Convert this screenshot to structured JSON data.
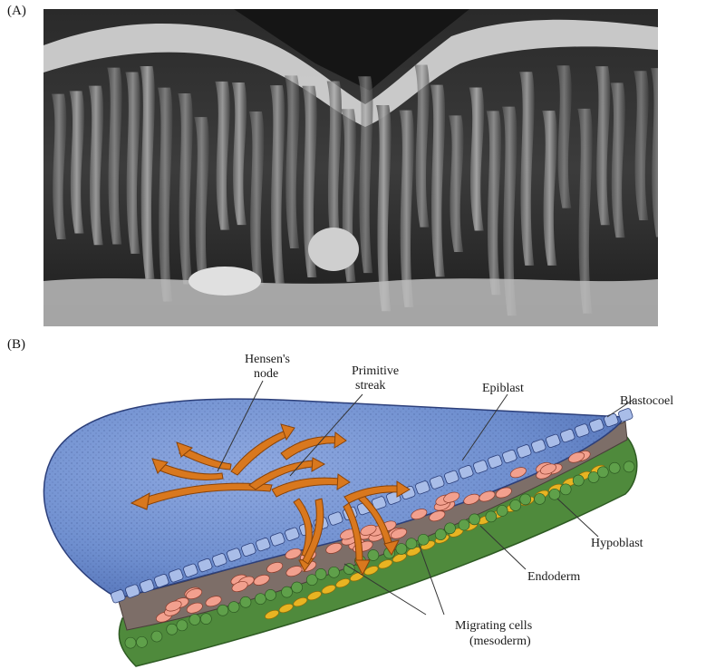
{
  "panels": {
    "a": {
      "label": "(A)"
    },
    "b": {
      "label": "(B)"
    }
  },
  "labels": {
    "hensens_node_1": "Hensen's",
    "hensens_node_2": "node",
    "primitive_streak_1": "Primitive",
    "primitive_streak_2": "streak",
    "epiblast": "Epiblast",
    "blastocoel": "Blastocoel",
    "hypoblast": "Hypoblast",
    "endoderm": "Endoderm",
    "migrating_cells_1": "Migrating cells",
    "migrating_cells_2": "(mesoderm)"
  },
  "colors": {
    "epiblast_surface": "#6f8fcf",
    "hypoblast": "#4f8a3c",
    "endoderm_cells": "#f2a08e",
    "mesoderm_cells": "#e8b422",
    "arrows": "#d9781e"
  }
}
